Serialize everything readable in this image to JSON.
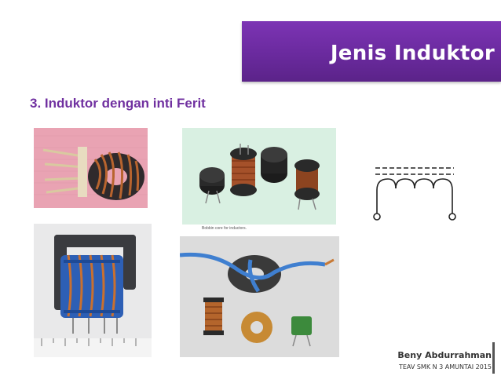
{
  "slide": {
    "title": "Jenis Induktor",
    "subtitle": "3. Induktor dengan inti Ferit",
    "photo_caption": "Bobbin core for inductors.",
    "author": "Beny Abdurrahman",
    "school": "TEAV SMK N 3 AMUNTAI 2015",
    "colors": {
      "banner": "#6a2a9e",
      "subtitle": "#7030a0",
      "text": "#333333"
    }
  }
}
